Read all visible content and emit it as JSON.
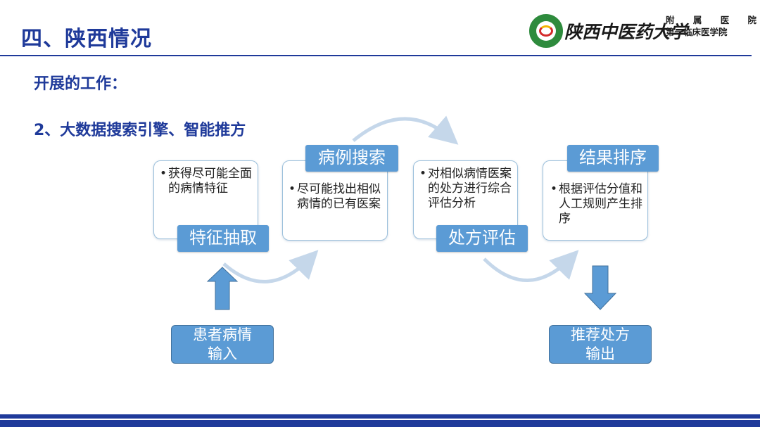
{
  "header": {
    "title": "四、陕西情况",
    "logo_calligraphy": "陕西中医药大学",
    "logo_sub_line1": "附 属 医 院",
    "logo_sub_line2": "第一临床医学院"
  },
  "subheads": {
    "work": "开展的工作：",
    "topic": "2、大数据搜索引擎、智能推方"
  },
  "steps": [
    {
      "label": "特征抽取",
      "text": "获得尽可能全面的病情特征"
    },
    {
      "label": "病例搜索",
      "text": "尽可能找出相似病情的已有医案"
    },
    {
      "label": "处方评估",
      "text": "对相似病情医案的处方进行综合评估分析"
    },
    {
      "label": "结果排序",
      "text": "根据评估分值和人工规则产生排序"
    }
  ],
  "input": {
    "line1": "患者病情",
    "line2": "输入"
  },
  "output": {
    "line1": "推荐处方",
    "line2": "输出"
  },
  "colors": {
    "accent": "#1f3a9a",
    "box": "#5b9bd5",
    "arrow": "#c5d7ea"
  }
}
